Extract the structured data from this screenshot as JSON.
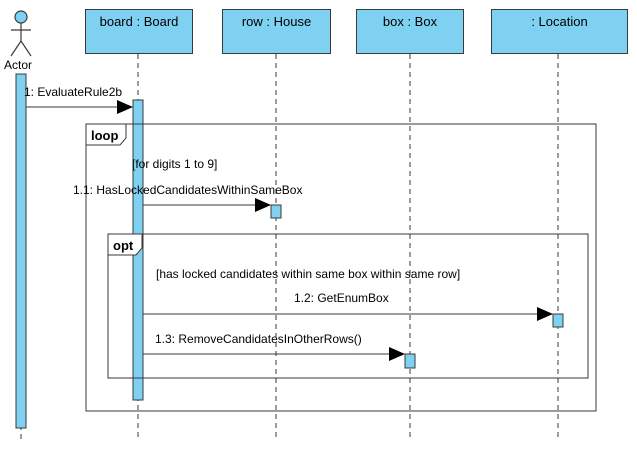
{
  "actor": {
    "label": "Actor"
  },
  "lifelines": [
    {
      "label": "board : Board"
    },
    {
      "label": "row : House"
    },
    {
      "label": "box : Box"
    },
    {
      "label": ": Location"
    }
  ],
  "messages": [
    {
      "label": "1: EvaluateRule2b"
    },
    {
      "label": "1.1: HasLockedCandidatesWithinSameBox"
    },
    {
      "label": "1.2: GetEnumBox"
    },
    {
      "label": "1.3: RemoveCandidatesInOtherRows()"
    }
  ],
  "fragments": {
    "loop": {
      "operator": "loop",
      "guard": "[for digits 1 to 9]"
    },
    "opt": {
      "operator": "opt",
      "guard": "[has locked candidates within same box within same row]"
    }
  },
  "colors": {
    "lifeline_fill": "#7fd1f2",
    "activation_fill": "#7fd1f2",
    "border": "#3a3a3a"
  }
}
